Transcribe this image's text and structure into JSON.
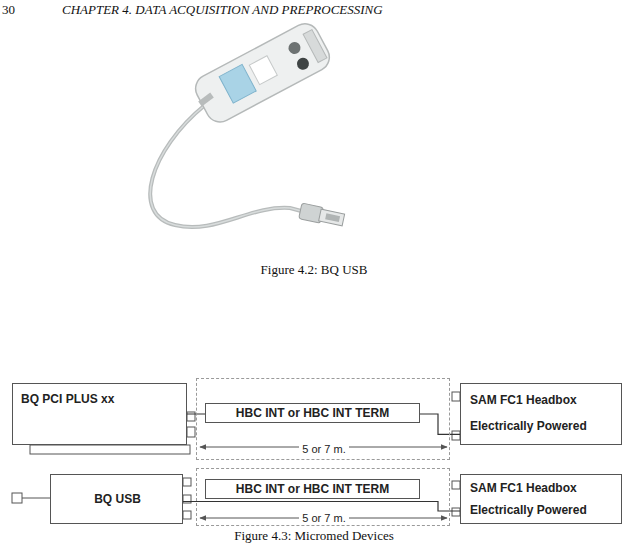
{
  "diagram": {
    "caption": "Figure 4.3: Micromed Devices",
    "nodes": [
      {
        "text": [
          "BQ PCI PLUS xx"
        ]
      },
      {
        "text": [
          "5 or 7 m."
        ]
      },
      {
        "text": [
          "HBC INT or HBC INT TERM"
        ],
        "in": 1
      },
      {
        "text": [
          "SAM FC1 Headbox",
          "Electrically Powered"
        ]
      },
      {
        "text": [
          "BQ USB"
        ]
      },
      {
        "text": [
          "5 or 7 m."
        ]
      },
      {
        "text": [
          "HBC INT or HBC INT TERM"
        ],
        "in": 5
      },
      {
        "text": [
          "SAM FC1 Headbox",
          "Electrically Powered"
        ]
      }
    ],
    "edges": [
      {
        "from": 0,
        "to": 3,
        "arrow": "none"
      },
      {
        "from": 4,
        "to": 7,
        "arrow": "none"
      }
    ],
    "labels": [
      "30",
      "CHAPTER 4. DATA ACQUISITION AND PREPROCESSING",
      "Figure 4.2: BQ USB"
    ]
  }
}
